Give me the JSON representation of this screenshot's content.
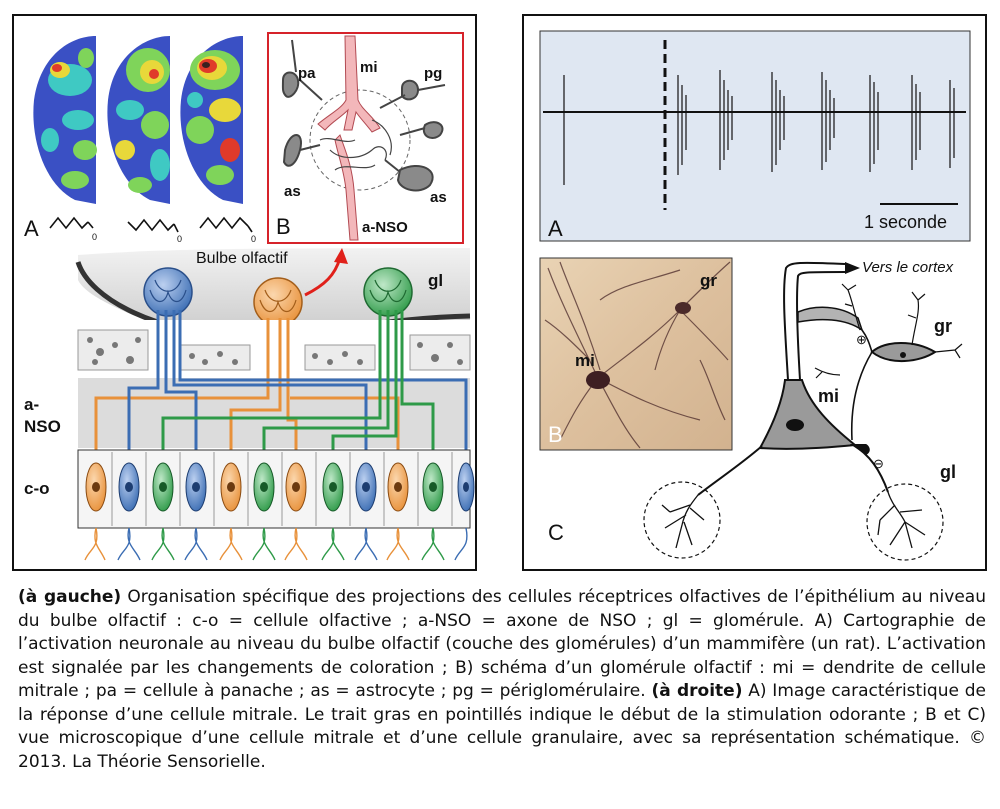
{
  "left_panel": {
    "panel_a_label": "A",
    "panel_b_label": "B",
    "molecule_subscript": "0",
    "bulbe_label": "Bulbe olfactif",
    "gl_label": "gl",
    "ansco_label_line1": "a-",
    "ansco_label_line2": "NSO",
    "co_label": "c-o",
    "inset_labels": {
      "mi": "mi",
      "pa": "pa",
      "pg": "pg",
      "as_left": "as",
      "as_right": "as",
      "ansco": "a-NSO"
    }
  },
  "right_panel": {
    "panel_a_label": "A",
    "scale_label": "1 seconde",
    "panel_b_label": "B",
    "photo_gr": "gr",
    "photo_mi": "mi",
    "panel_c_label": "C",
    "cortex_label": "Vers le cortex",
    "schema_gr": "gr",
    "schema_mi": "mi",
    "schema_gl": "gl",
    "plus_sign": "⊕",
    "minus_sign": "⊖"
  },
  "caption": {
    "left_heading": "(à gauche)",
    "left_text": " Organisation spécifique des projections des cellules réceptrices olfactives de l’épithélium au niveau du bulbe olfactif : c-o = cellule olfactive ; a-NSO = axone de NSO ; gl = glomérule. A) Cartographie de l’activation neuronale au niveau du bulbe olfactif (couche des glomérules) d’un mammifère (un rat). L’activation est signalée par les changements de coloration ; B) schéma d’un glomérule olfactif : mi = dendrite de cellule mitrale ; pa = cellule à panache ; as = astrocyte ; pg = périglomérulaire.",
    "right_heading": "(à droite)",
    "right_text": " A) Image caractéristique de la réponse d’une cellule mitrale. Le trait gras en pointillés indique le début de la stimulation odorante ; B et C) vue microscopique d’une cellule mitrale et d’une cellule granulaire, avec sa représentation schématique. © 2013. La Théorie Sensorielle."
  },
  "colors": {
    "orange": "#e8913a",
    "blue": "#3b6db3",
    "green": "#2e9a48",
    "frame_red": "#d6232a",
    "trace_bg": "#dfe7f2"
  }
}
